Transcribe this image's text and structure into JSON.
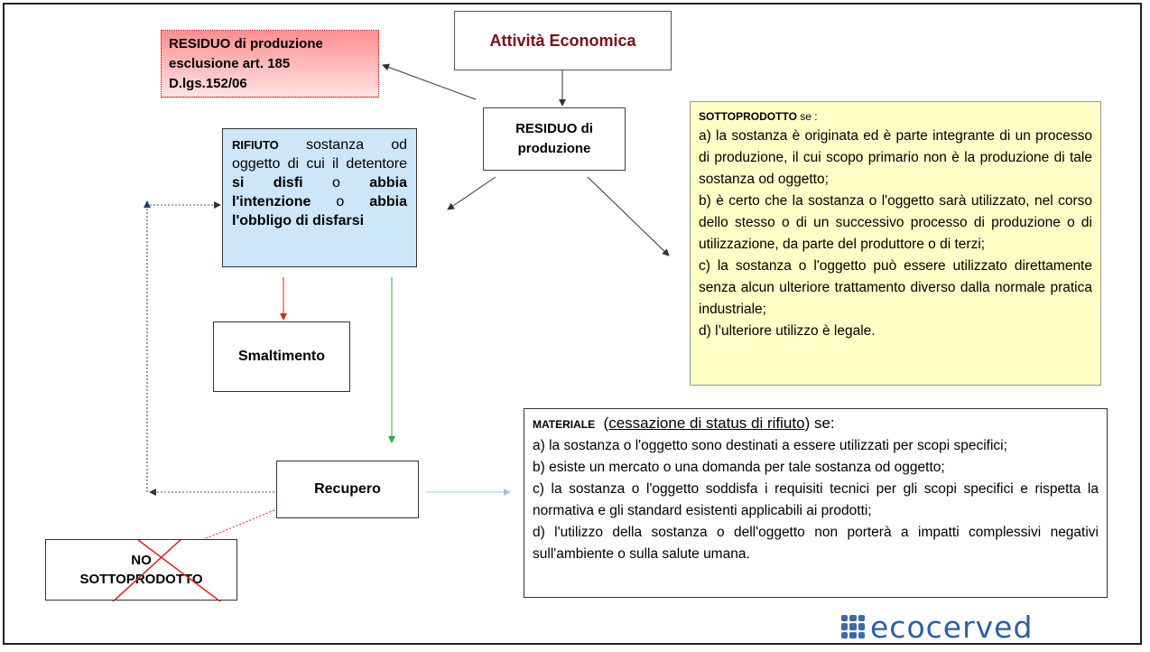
{
  "attivita": {
    "label": "Attività Economica"
  },
  "residuo_esclusione": {
    "lines": [
      "RESIDUO di produzione",
      "esclusione art. 185",
      "D.lgs.152/06"
    ]
  },
  "residuo": {
    "lines": [
      "RESIDUO di",
      "produzione"
    ]
  },
  "rifiuto": {
    "t1": "RIFIUTO",
    "t2": " sostanza od oggetto di cui il detentore ",
    "t3": "si disfi",
    "t4": " o ",
    "t5": "abbia l'intenzione",
    "t6": " o ",
    "t7": "abbia l'obbligo di disfarsi"
  },
  "sottoprodotto": {
    "head_bold": "SOTTOPRODOTTO",
    "head_rest": " se :",
    "items": [
      "a) la sostanza è originata ed è parte integrante di un processo di produzione, il cui scopo primario non è la produzione di tale sostanza od oggetto;",
      "b) è certo che la sostanza o l'oggetto sarà utilizzato, nel corso dello stesso o di un successivo processo di produzione o di utilizzazione, da parte del produttore o di terzi;",
      "c) la sostanza o l'oggetto può essere utilizzato direttamente senza alcun ulteriore trattamento diverso dalla normale pratica industriale;",
      "d) l’ulteriore utilizzo è legale."
    ]
  },
  "smaltimento": {
    "label": "Smaltimento"
  },
  "recupero": {
    "label": "Recupero"
  },
  "materiale": {
    "head_bold": "MATERIALE",
    "head_under": "cessazione di status di rifiuto",
    "head_rest": ") se:",
    "items": [
      "a) la sostanza o l'oggetto sono destinati a essere utilizzati per scopi specifici;",
      "b) esiste un mercato o una domanda per tale sostanza od oggetto;",
      "c) la sostanza o l'oggetto soddisfa i requisiti tecnici per gli scopi specifici e rispetta la normativa e gli standard esistenti applicabili ai prodotti;",
      "d) l'utilizzo della sostanza o dell'oggetto non porterà a impatti complessivi negativi sull'ambiente o sulla salute umana."
    ]
  },
  "no_sottoprodotto": {
    "lines": [
      "NO",
      "SOTTOPRODOTTO"
    ]
  },
  "logo": {
    "text": "ecocerved",
    "icon": "ecocerved-logo-mark",
    "color": "#2b5fa6"
  },
  "colors": {
    "rifiuto_bg": "#cde6f8",
    "sottoprodotto_bg": "#ffffc6",
    "title_red": "#7a0d1a",
    "cross_red": "#e02020"
  }
}
